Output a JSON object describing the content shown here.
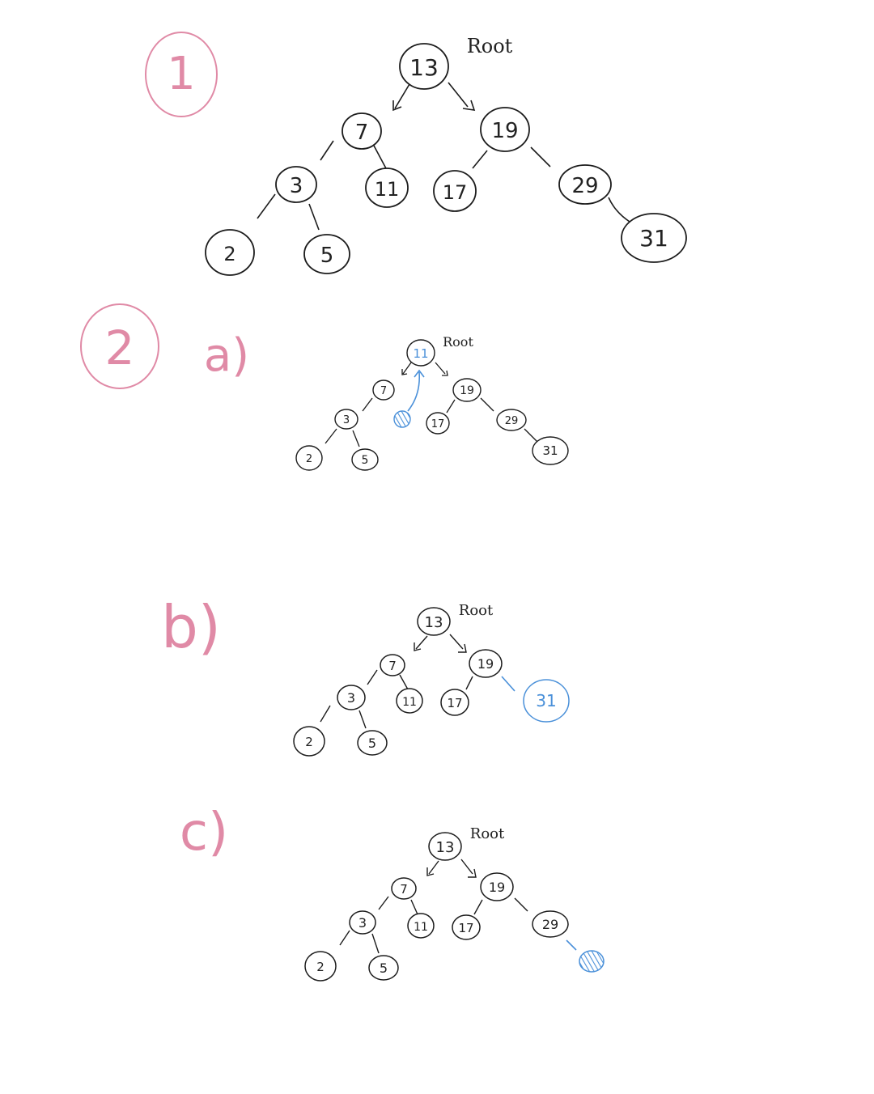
{
  "colors": {
    "ink": "#1c1c1c",
    "highlight": "#4a90d9",
    "section_marker": "#e08aa6"
  },
  "sections": [
    {
      "id": "s1",
      "label": "1",
      "root_label": "Root",
      "nodes": [
        "13",
        "7",
        "19",
        "3",
        "11",
        "17",
        "29",
        "2",
        "5",
        "31"
      ],
      "highlight_note": ""
    },
    {
      "id": "s2a",
      "label": "2",
      "sublabel": "a)",
      "root_label": "Root",
      "nodes": [
        "11",
        "7",
        "19",
        "3",
        "17",
        "29",
        "2",
        "5",
        "31"
      ],
      "highlight_note": "11 moved up to root; removed leaf shown filled"
    },
    {
      "id": "s2b",
      "sublabel": "b)",
      "root_label": "Root",
      "nodes": [
        "13",
        "7",
        "19",
        "3",
        "11",
        "17",
        "31",
        "2",
        "5"
      ],
      "highlight_note": "31 replaces 29"
    },
    {
      "id": "s2c",
      "sublabel": "c)",
      "root_label": "Root",
      "nodes": [
        "13",
        "7",
        "19",
        "3",
        "11",
        "17",
        "29",
        "2",
        "5"
      ],
      "highlight_note": "31 removed; empty leaf shown filled"
    }
  ]
}
